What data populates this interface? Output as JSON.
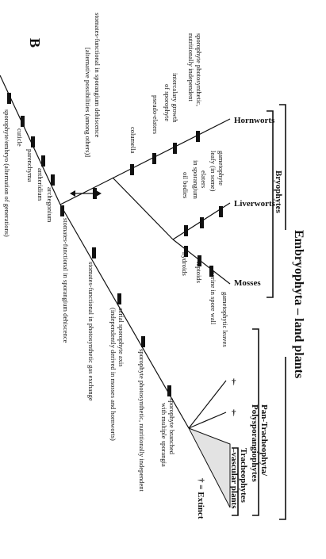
{
  "panel_label": "B",
  "title": "Embryophyta – land plants",
  "groups": {
    "bryophytes": "Bryophytes",
    "pan_tracheophyta_line1": "Pan-Tracheophyta/",
    "pan_tracheophyta_line2": "Polysporangiophytes",
    "tracheophytes_line1": "Tracheophytes",
    "tracheophytes_line2": "–vascular plants"
  },
  "taxa": {
    "hornworts": "Hornworts",
    "liverworts": "Liverworts",
    "mosses": "Mosses"
  },
  "extinct_marker": "†",
  "extinct_legend": "† = Extinct",
  "characters": {
    "sporophyte_embryo": "sporophyte/embryo (alternation of generations)",
    "cuticle": "cuticle",
    "parenchyma": "parenchyma",
    "antheridium": "antheridium",
    "archegonium": "archegonium",
    "stomates_dehiscence": "stomates-functional in sporangium dehiscence",
    "stomates_alt_line1": "stomates-functional in sporangium dehiscence",
    "stomates_alt_line2": "[alternative possibilities (among others)]",
    "columella": "columella",
    "pseudo_elaters": "pseudo-elaters",
    "intercalary_line1": "intercalary growth",
    "intercalary_line2": "of sporophyte",
    "sporophyte_photo_line1": "sporophyte photosynthetic,",
    "sporophyte_photo_line2": "nutritionally independent",
    "gametophyte_leafy_line1": "gametophyte",
    "gametophyte_leafy_line2": "leafy (in some)",
    "elaters_line1": "elaters",
    "elaters_line2": "in sporangium",
    "oil_bodies": "oil bodies",
    "hydroids": "hydroids",
    "leptoids": "leptoids",
    "perine": "perine in spore wall",
    "gametophytic_leaves": "gametophytic leaves",
    "stomates_gas": "stomates-functional in photosynthetic gas exchange",
    "aerial_axis_line1": "aerial sporophyte axis",
    "aerial_axis_line2": "(independently derived in mosses and hornworts)",
    "sporophyte_photo_tracheo": "sporophyte photosynthetic, nutritionally independent",
    "branched_line1": "sporophyte branched",
    "branched_line2": "with multiple sporangia"
  }
}
